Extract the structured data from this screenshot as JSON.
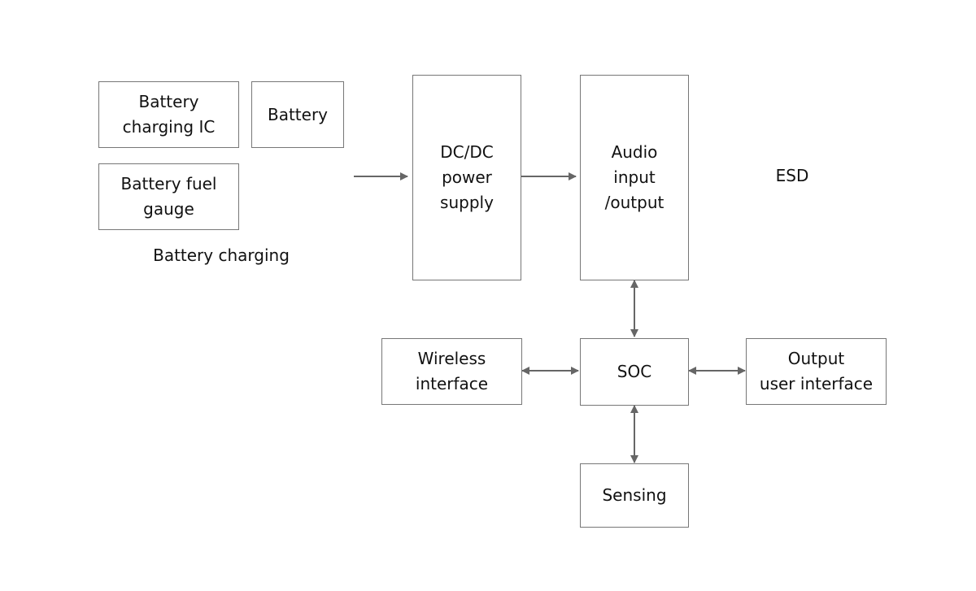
{
  "blocks": {
    "battery_charging_ic": "Battery\ncharging IC",
    "battery": "Battery",
    "battery_fuel_gauge": "Battery fuel\ngauge",
    "dcdc": "DC/DC\npower\nsupply",
    "audio": "Audio\ninput\n/output",
    "wireless": "Wireless\ninterface",
    "soc": "SOC",
    "output_ui": "Output\nuser interface",
    "sensing": "Sensing"
  },
  "labels": {
    "battery_charging": "Battery charging",
    "esd": "ESD"
  },
  "colors": {
    "border": "#777777",
    "arrow": "#666666"
  }
}
